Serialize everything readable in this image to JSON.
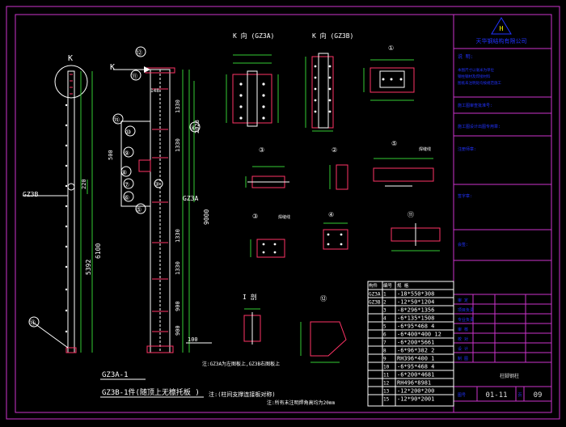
{
  "colors": {
    "background": "#000000",
    "border": "#cc33cc",
    "line": "#ffffff",
    "dimension": "#33cc33",
    "plate": "#ff3366",
    "title_text": "#2233ff",
    "accent": "#ffff00",
    "text": "#dddddd"
  },
  "title_block": {
    "company": "天华钢结构有限公司",
    "notes_label": "说 明:",
    "notes": [
      "本图尺寸以毫米为单位",
      "钢柱钢材及焊接材料",
      "图纸未注明处均按规范施工"
    ],
    "boxes": [
      "施工图审查批准号:",
      "施工图设计出图专用章:",
      "注册师章:",
      "签字章:",
      "会签:"
    ],
    "rows": [
      "审 定",
      "项目负责",
      "专业负责",
      "审 核",
      "校 对",
      "设 计",
      "制 图"
    ],
    "drawing_title": "柱脚钢柱",
    "sheet_label": "图号",
    "sheet_number": "01-11",
    "page_label": "页",
    "page_number": "09"
  },
  "labels": {
    "view_k": "K",
    "k_gz3a": "K 向  (GZ3A)",
    "k_gz3b": "K 向  (GZ3B)",
    "gz3b_left": "GZ3B",
    "gz3a_right": "GZ3A",
    "part1": "①",
    "part2": "②",
    "part3": "③",
    "part4": "④",
    "part5": "⑤",
    "part6": "⑥",
    "part7": "⑦",
    "part8": "⑧",
    "part9": "⑨",
    "part10": "⑩",
    "part11": "⑪",
    "part12": "⑫",
    "part13": "⑬",
    "part15": "⑮",
    "section_i": "I 剖",
    "weld": "焊缝线",
    "title1": "GZ3A-1",
    "title2": "GZ3B-1件(随顶上无檩托板  )",
    "note1": "注:GZ3A为左图板上,GZ3B右图板上",
    "note2": "注:(柱间支撑连接板对称)",
    "note3": "注:所有未注明焊角高均为20mm"
  },
  "dims": {
    "d500": "500",
    "d6100": "6100",
    "d9000": "9000",
    "d5392": "5392",
    "d220": "220",
    "d1330a": "1330",
    "d1330b": "1330",
    "d1330c": "1330",
    "d1330d": "1330",
    "d2028": "2028",
    "d900a": "900",
    "d900b": "900",
    "d100": "100",
    "d148": "148"
  },
  "parts_table": {
    "headers": [
      "构件",
      "编号",
      "规 格"
    ],
    "rows": [
      [
        "GZ3A",
        "1",
        "-18*550*308"
      ],
      [
        "GZ3B",
        "2",
        "-12*50*1204"
      ],
      [
        "",
        "3",
        "-8*296*1356"
      ],
      [
        "",
        "4",
        "-6*135*1508"
      ],
      [
        "",
        "5",
        "-6*95*468 4"
      ],
      [
        "",
        "6",
        "-6*400*400 12"
      ],
      [
        "",
        "7",
        "-6*200*5661"
      ],
      [
        "",
        "8",
        "-6*96*382 2"
      ],
      [
        "",
        "9",
        "RH396*400 1"
      ],
      [
        "",
        "10",
        "-6*95*468 4"
      ],
      [
        "",
        "11",
        "-6*200*4681"
      ],
      [
        "",
        "12",
        "RH496*8981"
      ],
      [
        "",
        "13",
        "-12*200*200"
      ],
      [
        "",
        "15",
        "-12*90*2001"
      ]
    ]
  }
}
